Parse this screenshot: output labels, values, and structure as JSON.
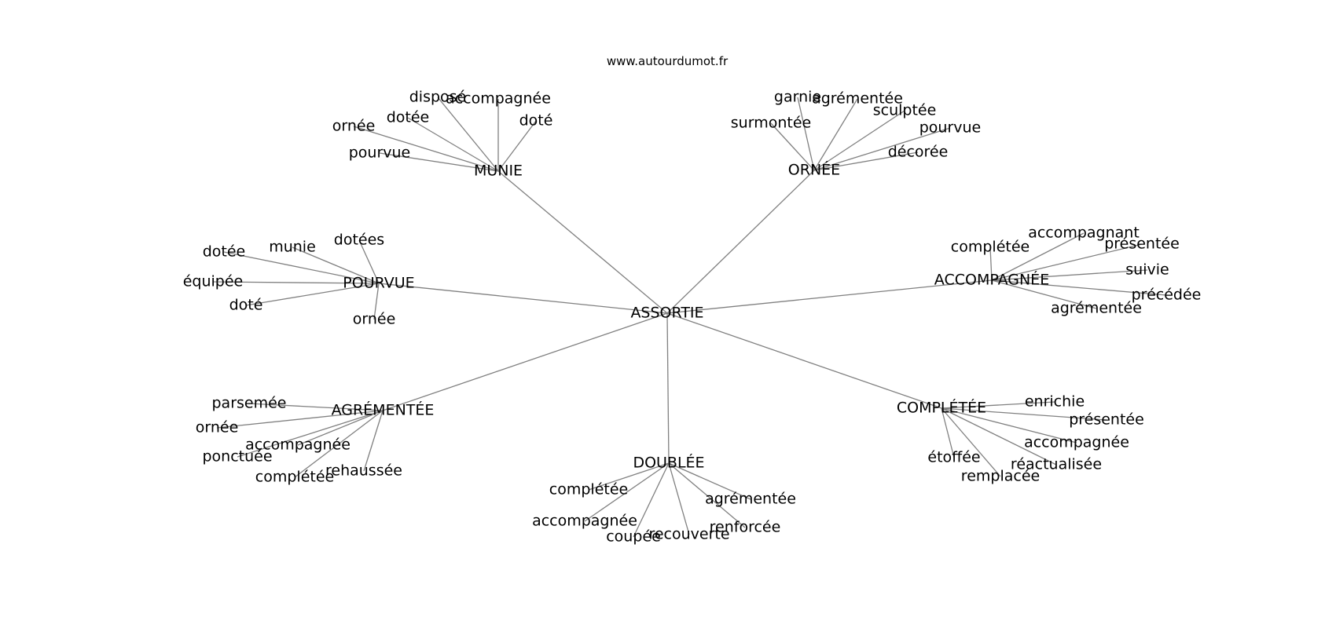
{
  "site_label": "www.autourdumot.fr",
  "center": "ASSORTIE",
  "hubs": {
    "munie": {
      "label": "MUNIE",
      "leaves": [
        "disposé",
        "accompagnée",
        "dotée",
        "doté",
        "ornée",
        "pourvue"
      ]
    },
    "ornee": {
      "label": "ORNÉE",
      "leaves": [
        "garnie",
        "agrémentée",
        "sculptée",
        "surmontée",
        "pourvue",
        "décorée"
      ]
    },
    "pourvue": {
      "label": "POURVUE",
      "leaves": [
        "dotées",
        "munie",
        "dotée",
        "équipée",
        "doté",
        "ornée"
      ]
    },
    "accompagnee": {
      "label": "ACCOMPAGNÉE",
      "leaves": [
        "accompagnant",
        "complétée",
        "présentée",
        "suivie",
        "précédée",
        "agrémentée"
      ]
    },
    "agrementee": {
      "label": "AGRÉMENTÉE",
      "leaves": [
        "parsemée",
        "ornée",
        "accompagnée",
        "ponctuée",
        "rehaussée",
        "complétée"
      ]
    },
    "completee": {
      "label": "COMPLÉTÉE",
      "leaves": [
        "enrichie",
        "présentée",
        "accompagnée",
        "étoffée",
        "réactualisée",
        "remplacée"
      ]
    },
    "doublee": {
      "label": "DOUBLÉE",
      "leaves": [
        "complétée",
        "agrémentée",
        "accompagnée",
        "renforcée",
        "coupée",
        "recouverte"
      ]
    }
  }
}
